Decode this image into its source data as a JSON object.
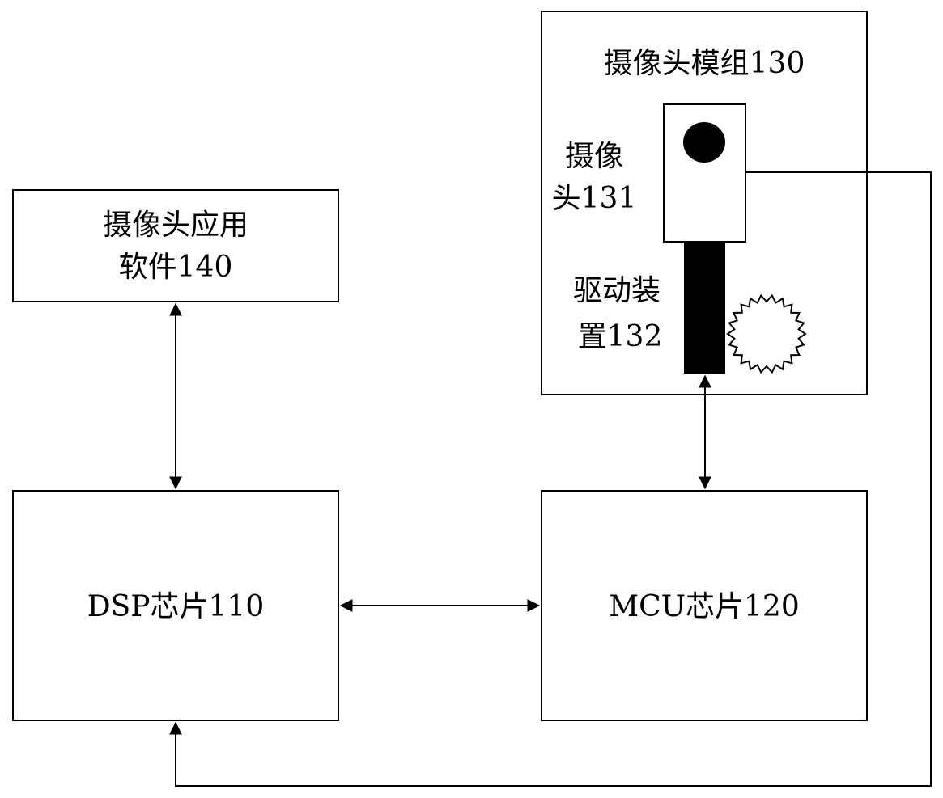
{
  "blocks": {
    "app_software": {
      "line1": "摄像头应用",
      "line2": "软件140"
    },
    "dsp_chip": {
      "label": "DSP芯片110"
    },
    "mcu_chip": {
      "label": "MCU芯片120"
    },
    "camera_module": {
      "label": "摄像头模组130"
    },
    "camera": {
      "line1": "摄像",
      "line2": "头131"
    },
    "drive_device": {
      "line1": "驱动装",
      "line2": "置132"
    }
  },
  "colors": {
    "stroke": "#000000",
    "fill": "#ffffff"
  }
}
